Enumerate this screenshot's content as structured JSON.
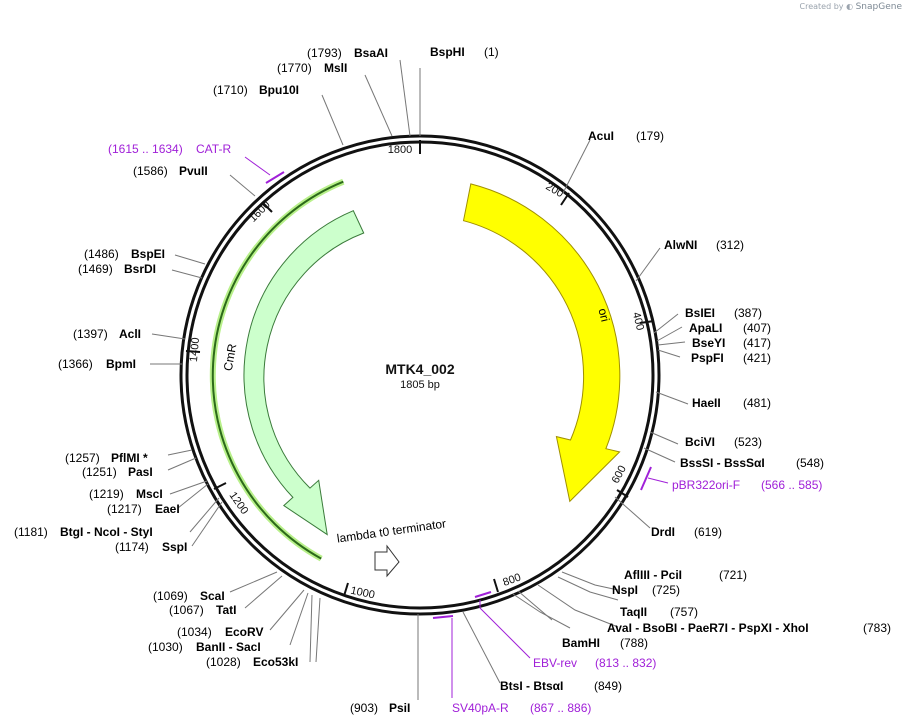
{
  "watermark": {
    "created_by": "Created by",
    "brand": "SnapGene"
  },
  "plasmid": {
    "name": "MTK4_002",
    "size_label": "1805 bp",
    "length": 1805
  },
  "ruler_ticks": [
    "200",
    "400",
    "600",
    "800",
    "1000",
    "1200",
    "1400",
    "1600",
    "1800"
  ],
  "features": [
    {
      "name": "ori",
      "color": "#ffff00",
      "stroke": "#a09000"
    },
    {
      "name": "CmR",
      "color": "#ccffcc",
      "stroke": "#3a7a3a"
    },
    {
      "name": "lambda t0 terminator",
      "color": "#ffffff",
      "stroke": "#333333"
    }
  ],
  "sites": [
    {
      "name": "BspHI",
      "pos": "(1)"
    },
    {
      "name": "AcuI",
      "pos": "(179)"
    },
    {
      "name": "AlwNI",
      "pos": "(312)"
    },
    {
      "name": "BsIEI",
      "pos": "(387)"
    },
    {
      "name": "ApaLI",
      "pos": "(407)"
    },
    {
      "name": "BseYI",
      "pos": "(417)"
    },
    {
      "name": "PspFI",
      "pos": "(421)"
    },
    {
      "name": "HaeII",
      "pos": "(481)"
    },
    {
      "name": "BciVI",
      "pos": "(523)"
    },
    {
      "name": "BssSI - BssSαI",
      "pos": "(548)"
    },
    {
      "name": "DrdI",
      "pos": "(619)"
    },
    {
      "name": "AflIII - PciI",
      "pos": "(721)"
    },
    {
      "name": "NspI",
      "pos": "(725)"
    },
    {
      "name": "TaqII",
      "pos": "(757)"
    },
    {
      "name": "AvaI - BsoBI - PaeR7I - PspXI - XhoI",
      "pos": "(783)"
    },
    {
      "name": "BamHI",
      "pos": "(788)"
    },
    {
      "name": "BtsI - BtsαI",
      "pos": "(849)"
    },
    {
      "name": "PsiI",
      "pos": "(903)"
    },
    {
      "name": "Eco53kI",
      "pos": "(1028)"
    },
    {
      "name": "BanII - SacI",
      "pos": "(1030)"
    },
    {
      "name": "EcoRV",
      "pos": "(1034)"
    },
    {
      "name": "TatI",
      "pos": "(1067)"
    },
    {
      "name": "ScaI",
      "pos": "(1069)"
    },
    {
      "name": "SspI",
      "pos": "(1174)"
    },
    {
      "name": "BtgI - NcoI - StyI",
      "pos": "(1181)"
    },
    {
      "name": "EaeI",
      "pos": "(1217)"
    },
    {
      "name": "MscI",
      "pos": "(1219)"
    },
    {
      "name": "PasI",
      "pos": "(1251)"
    },
    {
      "name": "PflMI *",
      "pos": "(1257)"
    },
    {
      "name": "BpmI",
      "pos": "(1366)"
    },
    {
      "name": "AclI",
      "pos": "(1397)"
    },
    {
      "name": "BsrDI",
      "pos": "(1469)"
    },
    {
      "name": "BspEI",
      "pos": "(1486)"
    },
    {
      "name": "PvuII",
      "pos": "(1586)"
    },
    {
      "name": "Bpu10I",
      "pos": "(1710)"
    },
    {
      "name": "MslI",
      "pos": "(1770)"
    },
    {
      "name": "BsaAI",
      "pos": "(1793)"
    }
  ],
  "primers": [
    {
      "name": "CAT-R",
      "range": "(1615 .. 1634)"
    },
    {
      "name": "pBR322ori-F",
      "range": "(566 .. 585)"
    },
    {
      "name": "EBV-rev",
      "range": "(813 .. 832)"
    },
    {
      "name": "SV40pA-R",
      "range": "(867 .. 886)"
    }
  ]
}
